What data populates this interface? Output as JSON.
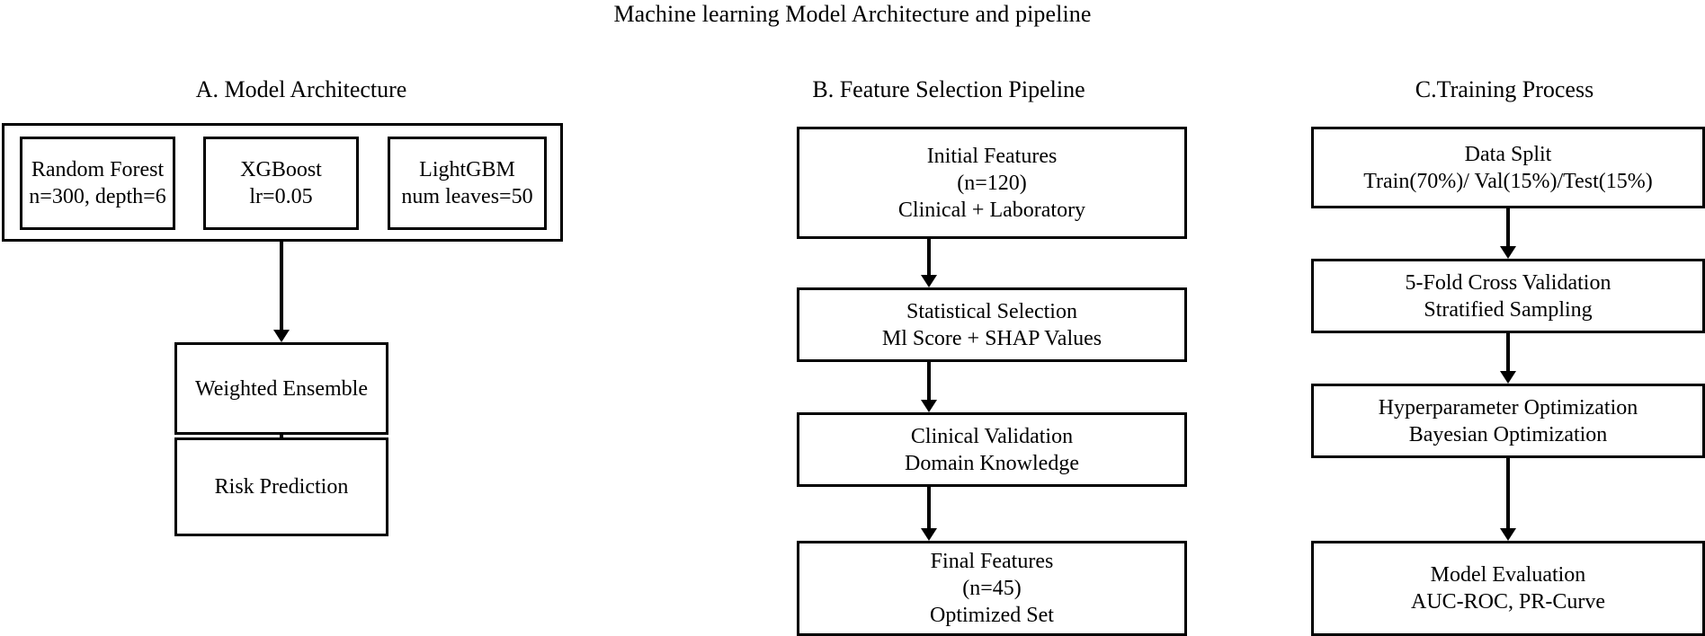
{
  "figure": {
    "title": "Machine learning Model Architecture and pipeline",
    "background_color": "#ffffff",
    "line_color": "#000000",
    "text_color": "#000000"
  },
  "panel_a": {
    "title": "A. Model Architecture",
    "models": [
      {
        "name": "Random Forest",
        "params": "n=300, depth=6"
      },
      {
        "name": "XGBoost",
        "params": "lr=0.05"
      },
      {
        "name": "LightGBM",
        "params": "num leaves=50"
      }
    ],
    "ensemble": "Weighted Ensemble",
    "output": "Risk Prediction"
  },
  "panel_b": {
    "title": "B. Feature Selection Pipeline",
    "steps": [
      {
        "l1": "Initial Features",
        "l2": "(n=120)",
        "l3": "Clinical + Laboratory"
      },
      {
        "l1": "Statistical Selection",
        "l2": "Ml Score + SHAP Values",
        "l3": ""
      },
      {
        "l1": "Clinical Validation",
        "l2": "Domain Knowledge",
        "l3": ""
      },
      {
        "l1": "Final Features",
        "l2": "(n=45)",
        "l3": "Optimized Set"
      }
    ]
  },
  "panel_c": {
    "title": "C.Training Process",
    "steps": [
      {
        "l1": "Data Split",
        "l2": "Train(70%)/ Val(15%)/Test(15%)",
        "l3": ""
      },
      {
        "l1": "5-Fold Cross Validation",
        "l2": "Stratified Sampling",
        "l3": ""
      },
      {
        "l1": "Hyperparameter Optimization",
        "l2": "Bayesian Optimization",
        "l3": ""
      },
      {
        "l1": "Model Evaluation",
        "l2": "AUC-ROC, PR-Curve",
        "l3": ""
      }
    ]
  }
}
